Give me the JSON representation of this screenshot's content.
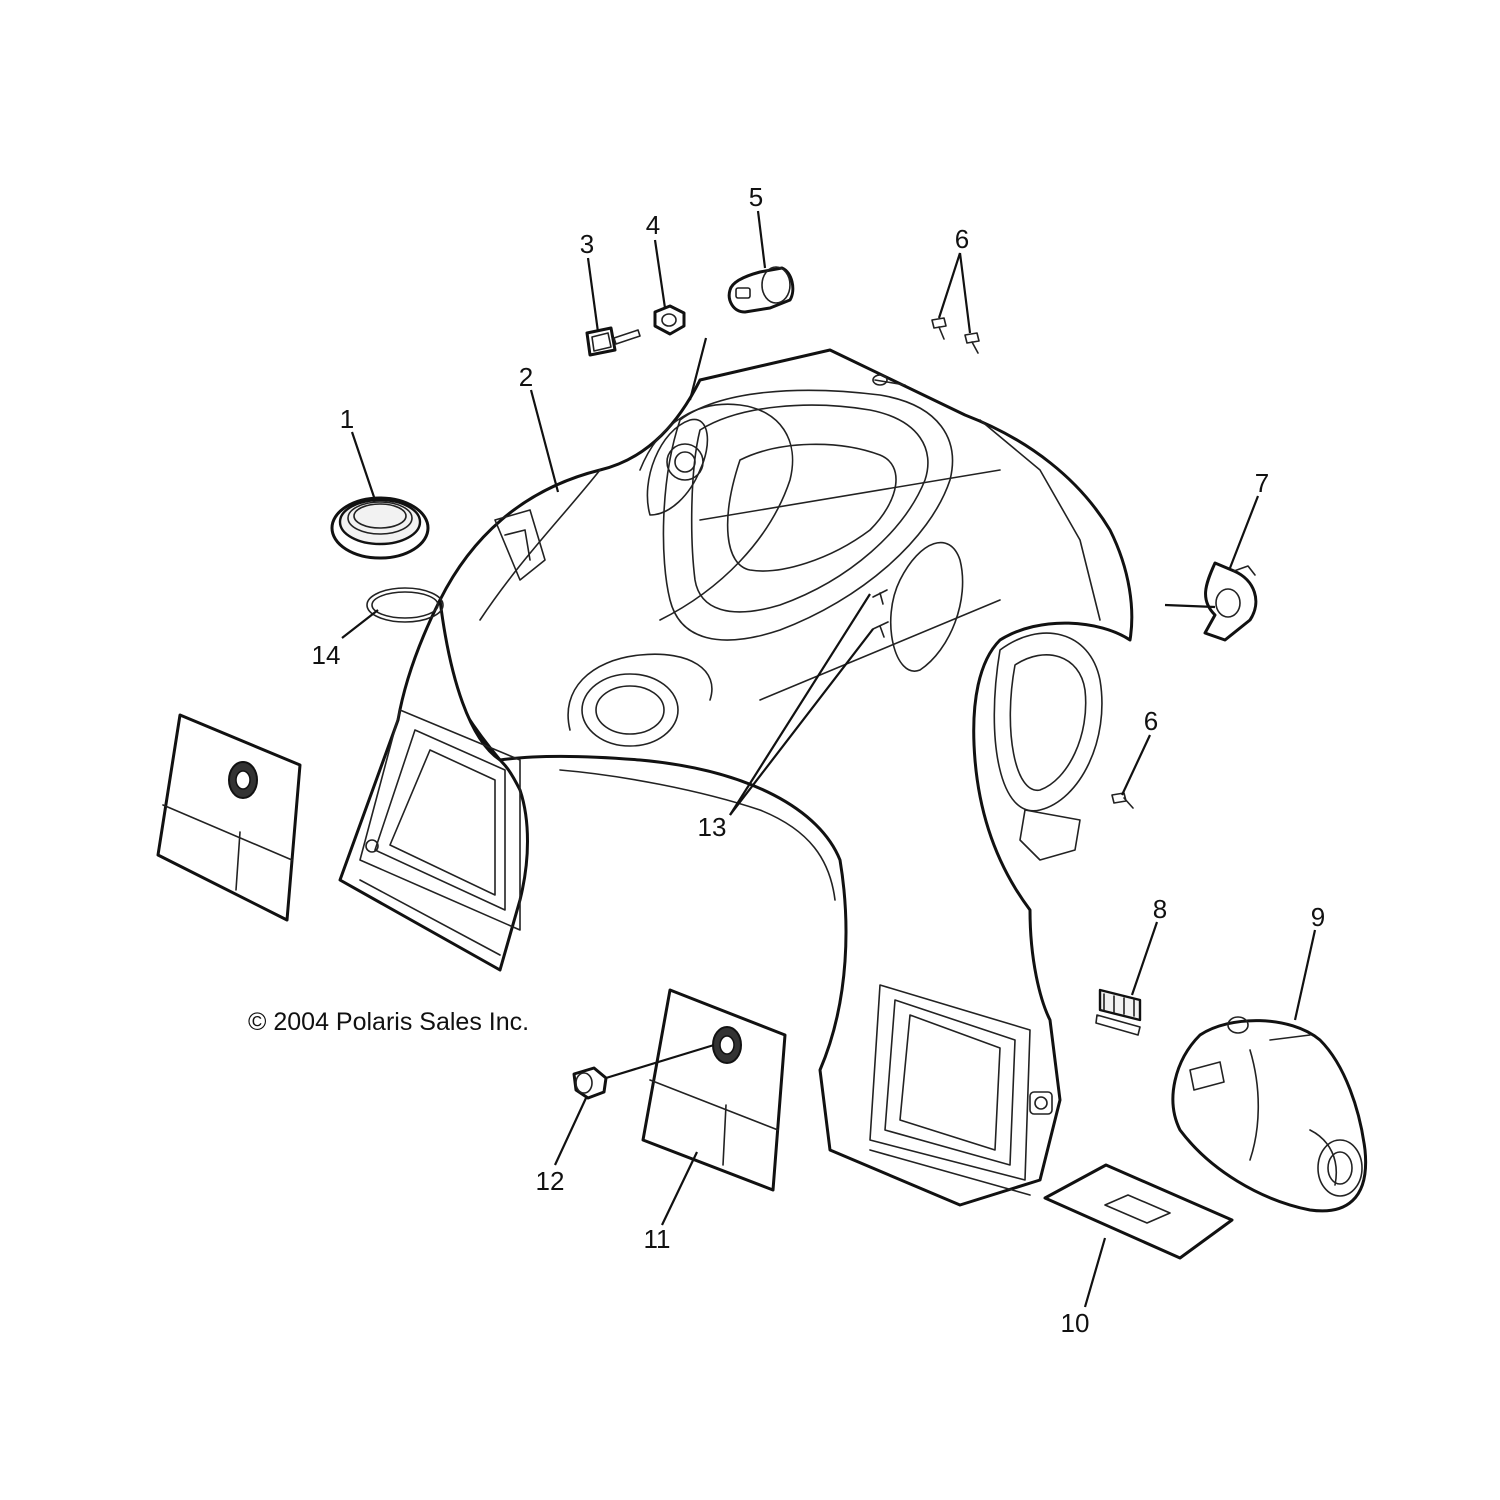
{
  "copyright": "© 2004 Polaris Sales Inc.",
  "callouts": {
    "c1": "1",
    "c2": "2",
    "c3": "3",
    "c4": "4",
    "c5": "5",
    "c6a": "6",
    "c6b": "6",
    "c7": "7",
    "c8": "8",
    "c9": "9",
    "c10": "10",
    "c11": "11",
    "c12": "12",
    "c13": "13",
    "c14": "14"
  }
}
